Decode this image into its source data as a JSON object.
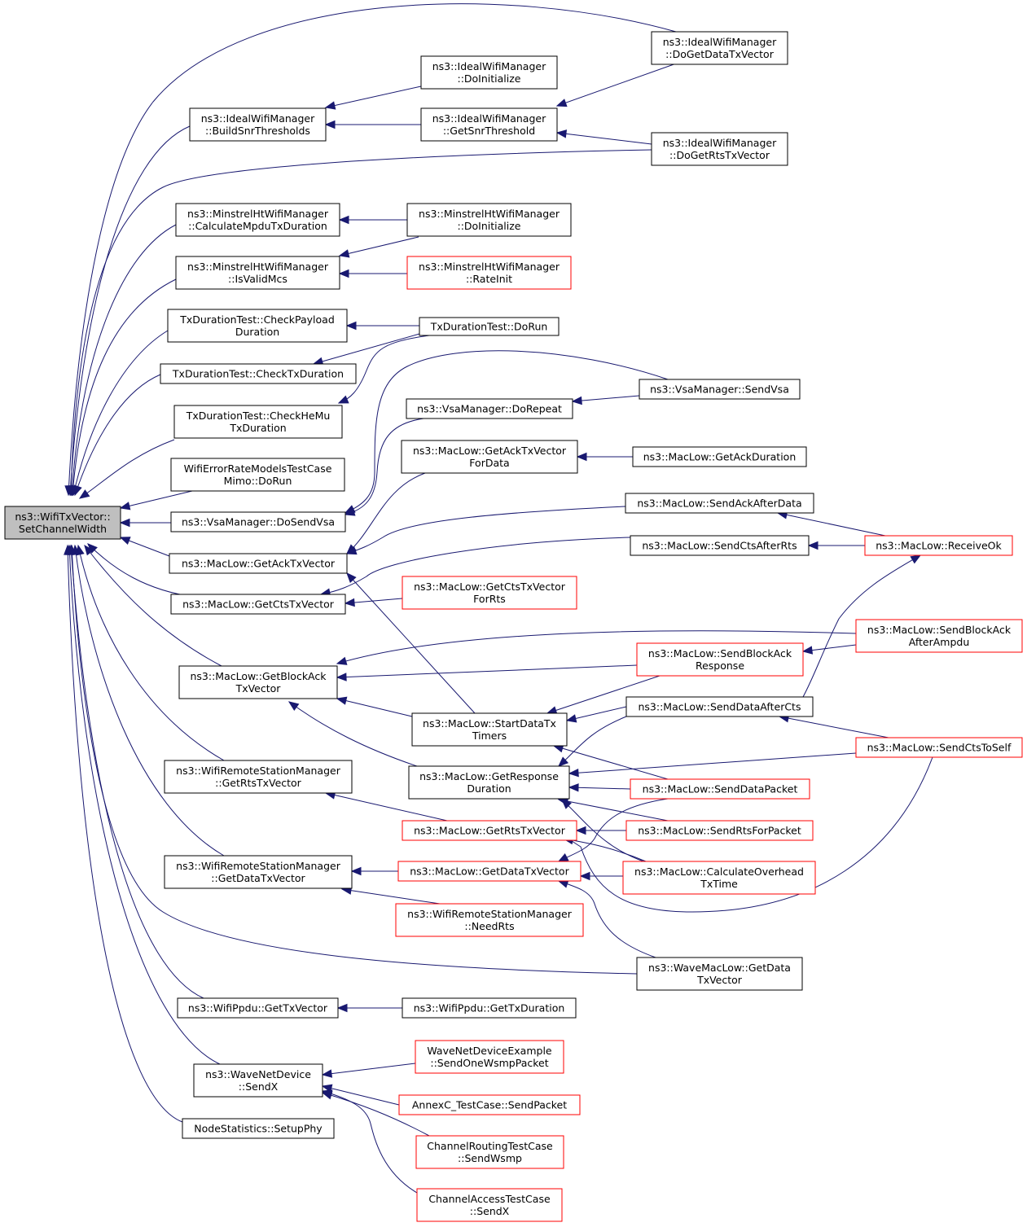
{
  "root": {
    "lines": [
      "ns3::WifiTxVector::",
      "SetChannelWidth"
    ]
  },
  "nodes": {
    "idealBuild": {
      "lines": [
        "ns3::IdealWifiManager",
        "::BuildSnrThresholds"
      ]
    },
    "idealDoInit": {
      "lines": [
        "ns3::IdealWifiManager",
        "::DoInitialize"
      ]
    },
    "idealGetSnr": {
      "lines": [
        "ns3::IdealWifiManager",
        "::GetSnrThreshold"
      ]
    },
    "idealDoGetData": {
      "lines": [
        "ns3::IdealWifiManager",
        "::DoGetDataTxVector"
      ]
    },
    "idealDoGetRts": {
      "lines": [
        "ns3::IdealWifiManager",
        "::DoGetRtsTxVector"
      ]
    },
    "minstrelCalc": {
      "lines": [
        "ns3::MinstrelHtWifiManager",
        "::CalculateMpduTxDuration"
      ]
    },
    "minstrelDoInit": {
      "lines": [
        "ns3::MinstrelHtWifiManager",
        "::DoInitialize"
      ]
    },
    "minstrelIsValid": {
      "lines": [
        "ns3::MinstrelHtWifiManager",
        "::IsValidMcs"
      ]
    },
    "minstrelRateInit": {
      "lines": [
        "ns3::MinstrelHtWifiManager",
        "::RateInit"
      ]
    },
    "txCheckPayload": {
      "lines": [
        "TxDurationTest::CheckPayload",
        "Duration"
      ]
    },
    "txDoRun": {
      "lines": [
        "TxDurationTest::DoRun"
      ]
    },
    "txCheckTx": {
      "lines": [
        "TxDurationTest::CheckTxDuration"
      ]
    },
    "txCheckHeMu": {
      "lines": [
        "TxDurationTest::CheckHeMu",
        "TxDuration"
      ]
    },
    "wifiErrMimo": {
      "lines": [
        "WifiErrorRateModelsTestCase",
        "Mimo::DoRun"
      ]
    },
    "vsaDoSend": {
      "lines": [
        "ns3::VsaManager::DoSendVsa"
      ]
    },
    "vsaDoRepeat": {
      "lines": [
        "ns3::VsaManager::DoRepeat"
      ]
    },
    "vsaSend": {
      "lines": [
        "ns3::VsaManager::SendVsa"
      ]
    },
    "macGetAckForData": {
      "lines": [
        "ns3::MacLow::GetAckTxVector",
        "ForData"
      ]
    },
    "macGetAckDur": {
      "lines": [
        "ns3::MacLow::GetAckDuration"
      ]
    },
    "macSendAckAfter": {
      "lines": [
        "ns3::MacLow::SendAckAfterData"
      ]
    },
    "macGetAck": {
      "lines": [
        "ns3::MacLow::GetAckTxVector"
      ]
    },
    "macSendCtsAfter": {
      "lines": [
        "ns3::MacLow::SendCtsAfterRts"
      ]
    },
    "macReceiveOk": {
      "lines": [
        "ns3::MacLow::ReceiveOk"
      ]
    },
    "macGetCts": {
      "lines": [
        "ns3::MacLow::GetCtsTxVector"
      ]
    },
    "macGetCtsForRts": {
      "lines": [
        "ns3::MacLow::GetCtsTxVector",
        "ForRts"
      ]
    },
    "macGetBlockAck": {
      "lines": [
        "ns3::MacLow::GetBlockAck",
        "TxVector"
      ]
    },
    "macSendBlockAckAmpdu": {
      "lines": [
        "ns3::MacLow::SendBlockAck",
        "AfterAmpdu"
      ]
    },
    "macSendBlockAckResp": {
      "lines": [
        "ns3::MacLow::SendBlockAck",
        "Response"
      ]
    },
    "macStartDataTx": {
      "lines": [
        "ns3::MacLow::StartDataTx",
        "Timers"
      ]
    },
    "macSendDataAfterCts": {
      "lines": [
        "ns3::MacLow::SendDataAfterCts"
      ]
    },
    "macSendCtsToSelf": {
      "lines": [
        "ns3::MacLow::SendCtsToSelf"
      ]
    },
    "wrsmGetRts": {
      "lines": [
        "ns3::WifiRemoteStationManager",
        "::GetRtsTxVector"
      ]
    },
    "macGetResponse": {
      "lines": [
        "ns3::MacLow::GetResponse",
        "Duration"
      ]
    },
    "macSendDataPacket": {
      "lines": [
        "ns3::MacLow::SendDataPacket"
      ]
    },
    "macGetRts": {
      "lines": [
        "ns3::MacLow::GetRtsTxVector"
      ]
    },
    "macSendRtsForPacket": {
      "lines": [
        "ns3::MacLow::SendRtsForPacket"
      ]
    },
    "wrsmGetData": {
      "lines": [
        "ns3::WifiRemoteStationManager",
        "::GetDataTxVector"
      ]
    },
    "macGetData": {
      "lines": [
        "ns3::MacLow::GetDataTxVector"
      ]
    },
    "macCalcOverhead": {
      "lines": [
        "ns3::MacLow::CalculateOverhead",
        "TxTime"
      ]
    },
    "wrsmNeedRts": {
      "lines": [
        "ns3::WifiRemoteStationManager",
        "::NeedRts"
      ]
    },
    "waveMacGetData": {
      "lines": [
        "ns3::WaveMacLow::GetData",
        "TxVector"
      ]
    },
    "ppduGetTx": {
      "lines": [
        "ns3::WifiPpdu::GetTxVector"
      ]
    },
    "ppduGetDur": {
      "lines": [
        "ns3::WifiPpdu::GetTxDuration"
      ]
    },
    "waveNetSendX": {
      "lines": [
        "ns3::WaveNetDevice",
        "::SendX"
      ]
    },
    "waveExampleSend": {
      "lines": [
        "WaveNetDeviceExample",
        "::SendOneWsmpPacket"
      ]
    },
    "annexCSend": {
      "lines": [
        "AnnexC_TestCase::SendPacket"
      ]
    },
    "channelRouting": {
      "lines": [
        "ChannelRoutingTestCase",
        "::SendWsmp"
      ]
    },
    "nodeStats": {
      "lines": [
        "NodeStatistics::SetupPhy"
      ]
    },
    "channelAccess": {
      "lines": [
        "ChannelAccessTestCase",
        "::SendX"
      ]
    }
  },
  "colors": {
    "edge": "#191970",
    "rootFill": "#bfbfbf",
    "nodeBorder": "#000000",
    "truncatedBorder": "#ff0000"
  }
}
